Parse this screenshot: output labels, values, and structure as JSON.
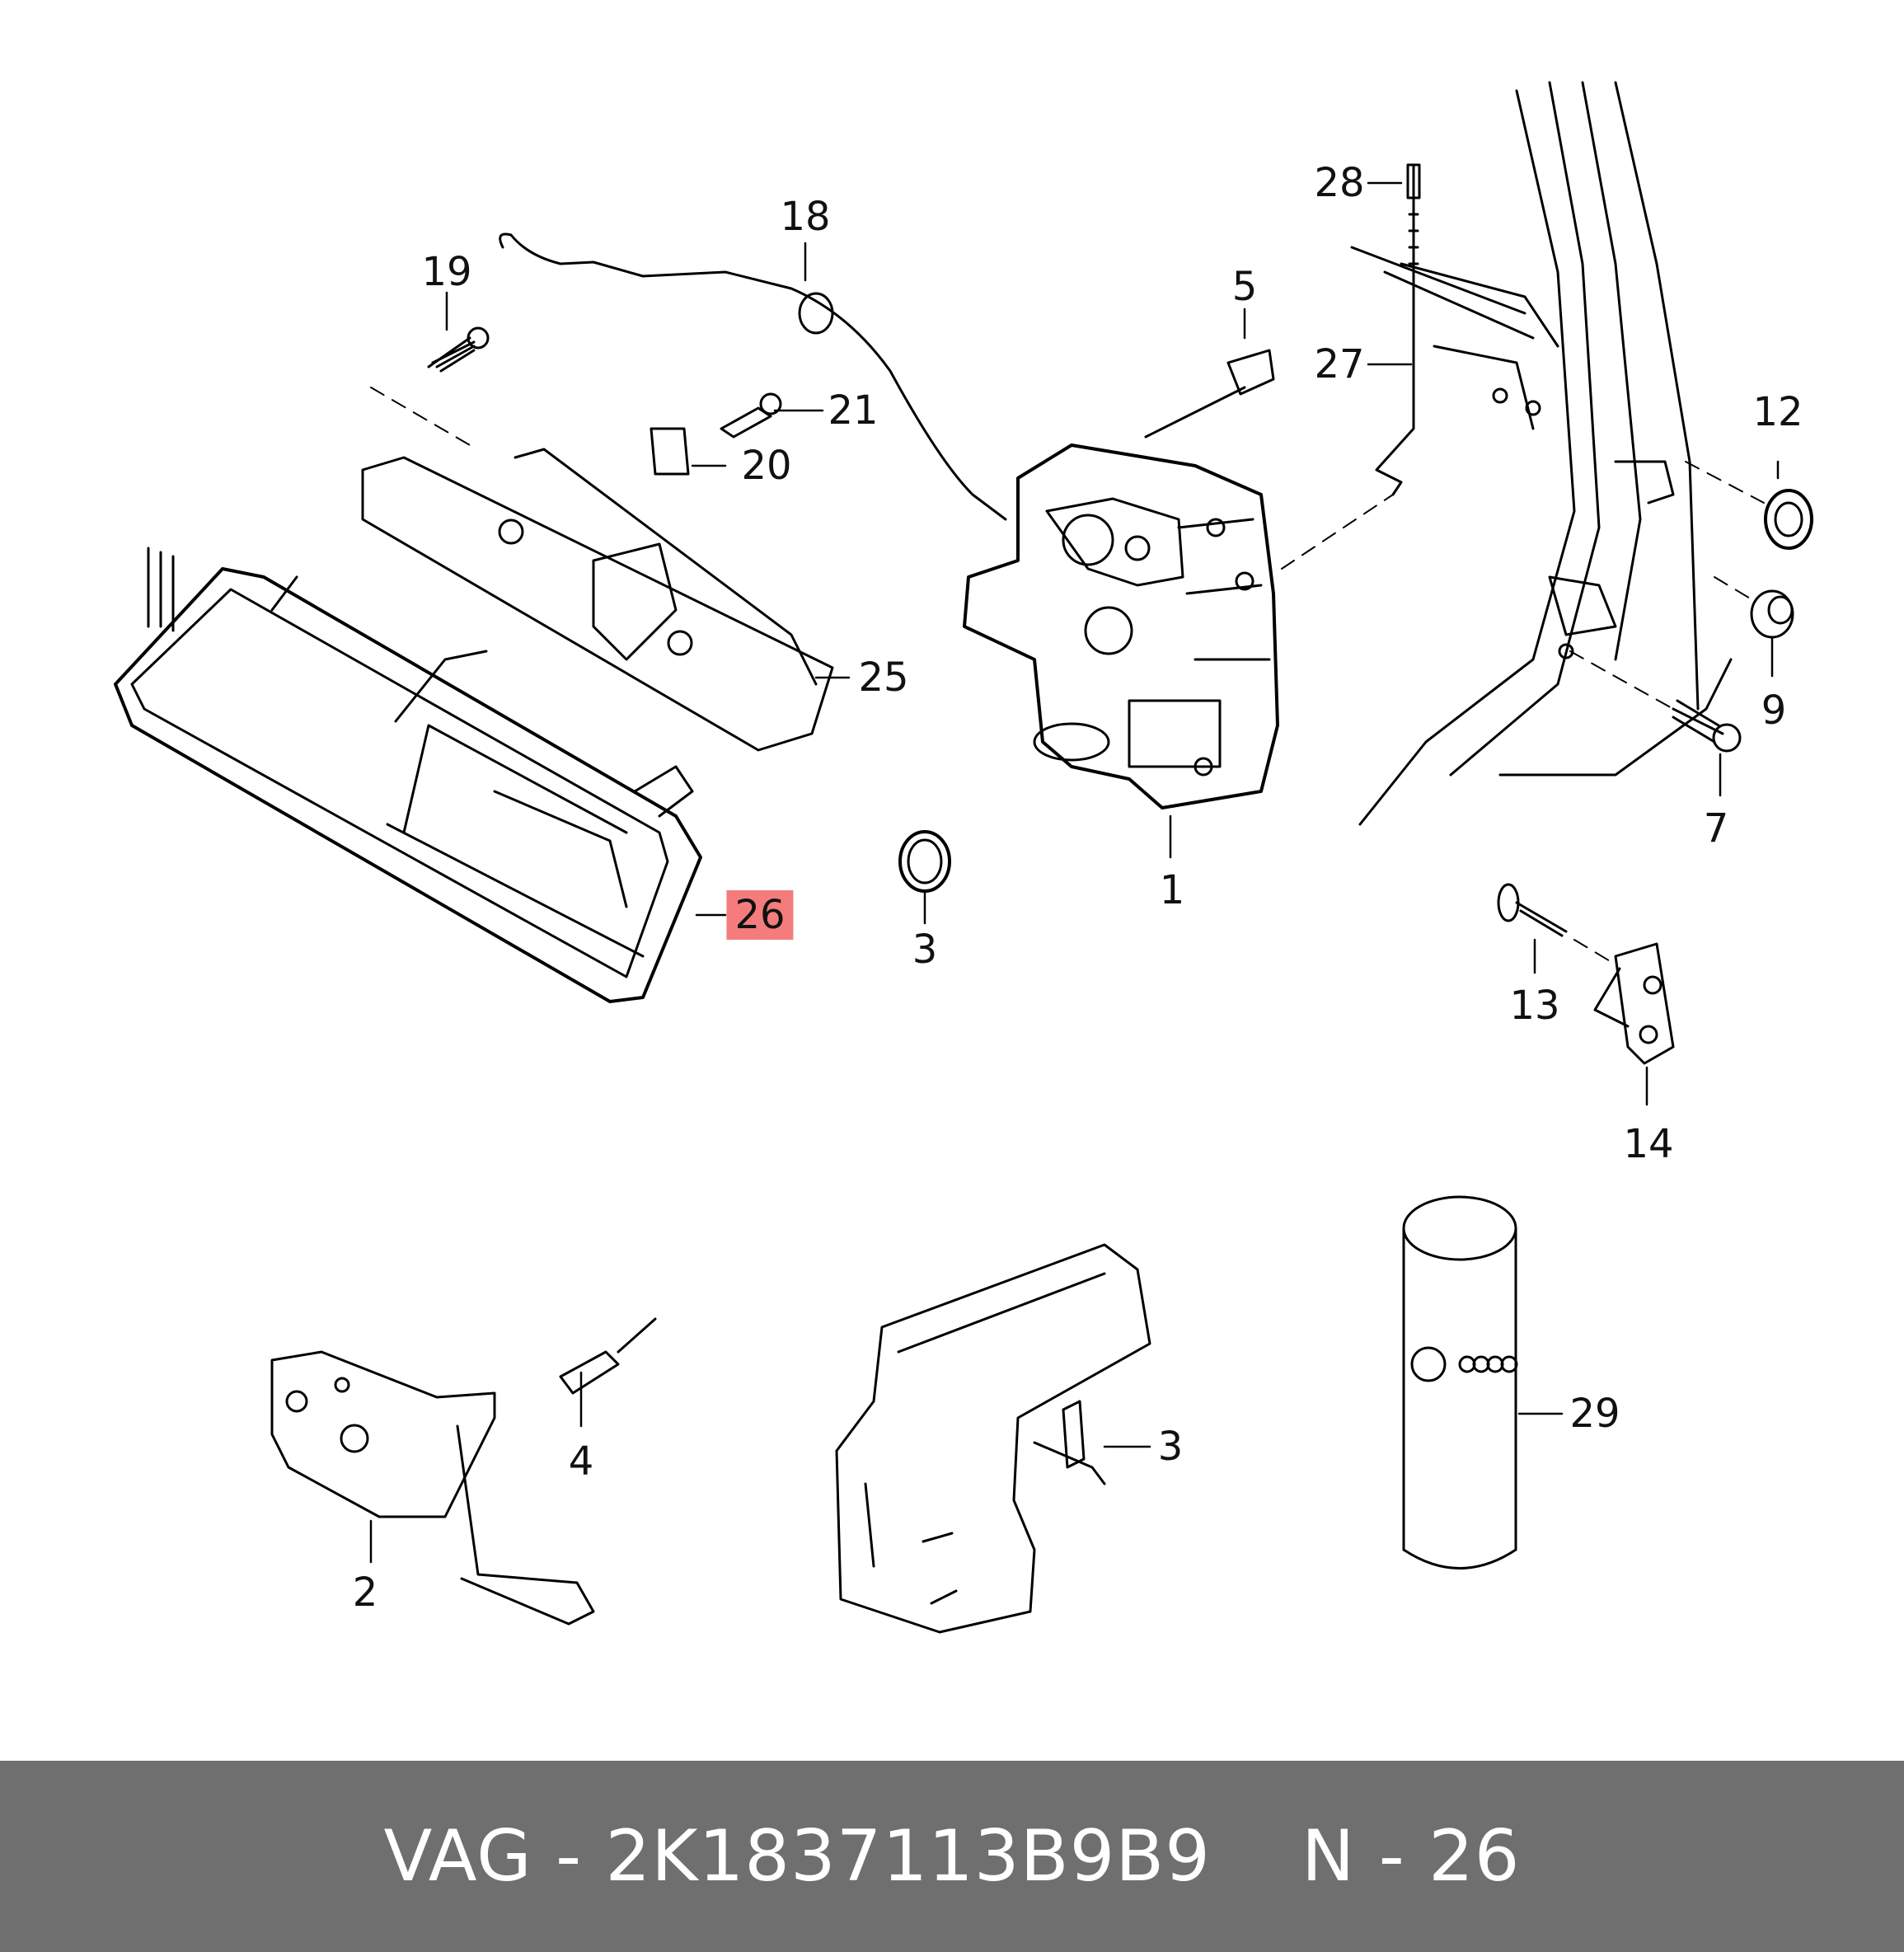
{
  "callouts": [
    {
      "id": "18",
      "text": "18"
    },
    {
      "id": "19",
      "text": "19"
    },
    {
      "id": "21",
      "text": "21"
    },
    {
      "id": "20",
      "text": "20"
    },
    {
      "id": "25",
      "text": "25"
    },
    {
      "id": "26",
      "text": "26",
      "highlighted": true
    },
    {
      "id": "3a",
      "text": "3"
    },
    {
      "id": "1",
      "text": "1"
    },
    {
      "id": "5",
      "text": "5"
    },
    {
      "id": "28",
      "text": "28"
    },
    {
      "id": "27",
      "text": "27"
    },
    {
      "id": "12",
      "text": "12"
    },
    {
      "id": "9",
      "text": "9"
    },
    {
      "id": "7",
      "text": "7"
    },
    {
      "id": "13",
      "text": "13"
    },
    {
      "id": "14",
      "text": "14"
    },
    {
      "id": "4",
      "text": "4"
    },
    {
      "id": "2",
      "text": "2"
    },
    {
      "id": "3b",
      "text": "3"
    },
    {
      "id": "29",
      "text": "29"
    }
  ],
  "highlight_color": "#f47c7c",
  "footer": {
    "part_number": "VAG - 2K1837113B9B9",
    "page_ref": "N - 26",
    "background": "#6f6f6f"
  }
}
